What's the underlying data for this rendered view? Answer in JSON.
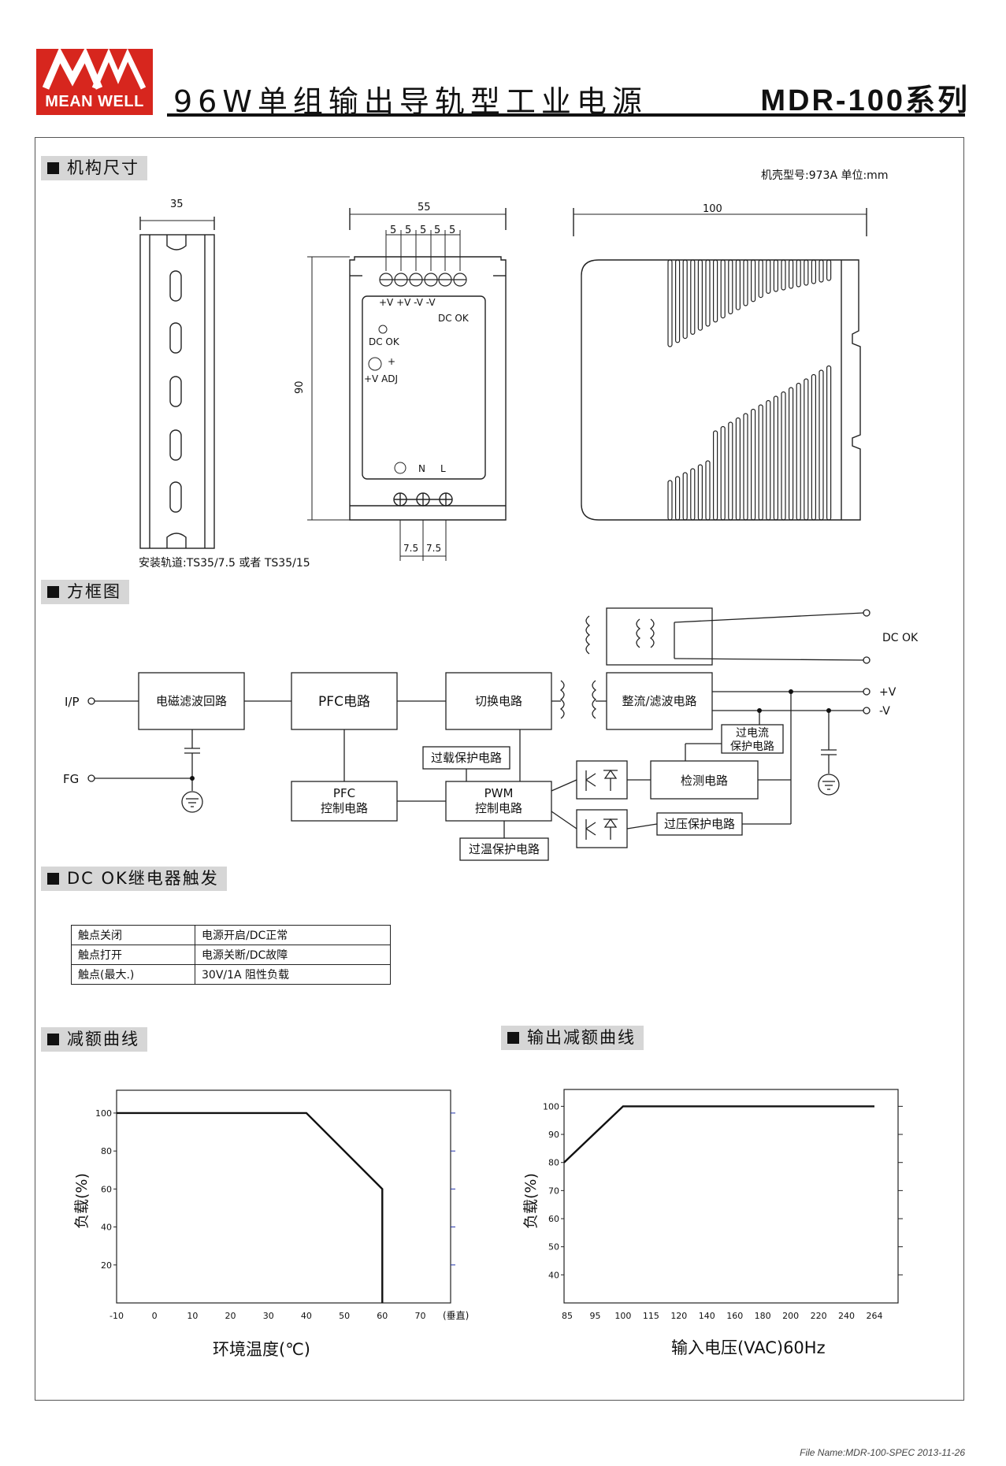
{
  "header": {
    "logo_text": "MEAN WELL",
    "title": "96W单组输出导轨型工业电源",
    "series": "MDR-100系列"
  },
  "mechanical": {
    "heading": "机构尺寸",
    "case_info": "机壳型号:973A 单位:mm",
    "rail_note": "安装轨道:TS35/7.5 或者 TS35/15",
    "dims": {
      "rail_width": "35",
      "front_width": "55",
      "height": "90",
      "depth": "100",
      "terminal_pitch": "5",
      "input_pitch": "7.5"
    },
    "labels": {
      "terminals": "+V +V -V -V",
      "dc_ok": "DC OK",
      "v_adj": "+V ADJ",
      "plus": "+",
      "n": "N",
      "l": "L"
    }
  },
  "block": {
    "heading": "方框图",
    "ip": "I/P",
    "fg": "FG",
    "emi": "电磁滤波回路",
    "pfc": "PFC电路",
    "switch": "切换电路",
    "rect": "整流/滤波电路",
    "overload": "过载保护电路",
    "pwm1": "PWM",
    "pwm2": "控制电路",
    "pfcctl1": "PFC",
    "pfcctl2": "控制电路",
    "otp": "过温保护电路",
    "detect": "检测电路",
    "ovp": "过压保护电路",
    "ocp1": "过电流",
    "ocp2": "保护电路",
    "dcok": "DC OK",
    "vplus": "+V",
    "vminus": "-V"
  },
  "dcok": {
    "heading": "DC OK继电器触发",
    "rows": [
      [
        "触点关闭",
        "电源开启/DC正常"
      ],
      [
        "触点打开",
        "电源关断/DC故障"
      ],
      [
        "触点(最大.)",
        "30V/1A 阻性负载"
      ]
    ]
  },
  "derating": {
    "heading": "减额曲线",
    "ylabel": "负载(%)",
    "xlabel": "环境温度(℃)",
    "x_suffix": "(垂直)"
  },
  "output_derating": {
    "heading": "输出减额曲线",
    "ylabel": "负载(%)",
    "xlabel": "输入电压(VAC)60Hz"
  },
  "chart_data": [
    {
      "type": "line",
      "title": "减额曲线",
      "xlabel": "环境温度(℃)",
      "ylabel": "负载(%)",
      "x_ticks": [
        "-10",
        "0",
        "10",
        "20",
        "30",
        "40",
        "50",
        "60",
        "70"
      ],
      "y_ticks": [
        "20",
        "40",
        "60",
        "80",
        "100"
      ],
      "xlim": [
        -10,
        78
      ],
      "ylim": [
        0,
        112
      ],
      "x": [
        -10,
        40,
        60,
        60
      ],
      "y": [
        100,
        100,
        60,
        0
      ]
    },
    {
      "type": "line",
      "title": "输出减额曲线",
      "xlabel": "输入电压(VAC)60Hz",
      "ylabel": "负载(%)",
      "categories": [
        "85",
        "95",
        "100",
        "115",
        "120",
        "140",
        "160",
        "180",
        "200",
        "220",
        "240",
        "264"
      ],
      "y_ticks": [
        "40",
        "50",
        "60",
        "70",
        "80",
        "90",
        "100"
      ],
      "ylim": [
        30,
        106
      ],
      "x": [
        "85",
        "100",
        "264"
      ],
      "y": [
        80,
        100,
        100
      ]
    }
  ],
  "footer": "File Name:MDR-100-SPEC   2013-11-26"
}
